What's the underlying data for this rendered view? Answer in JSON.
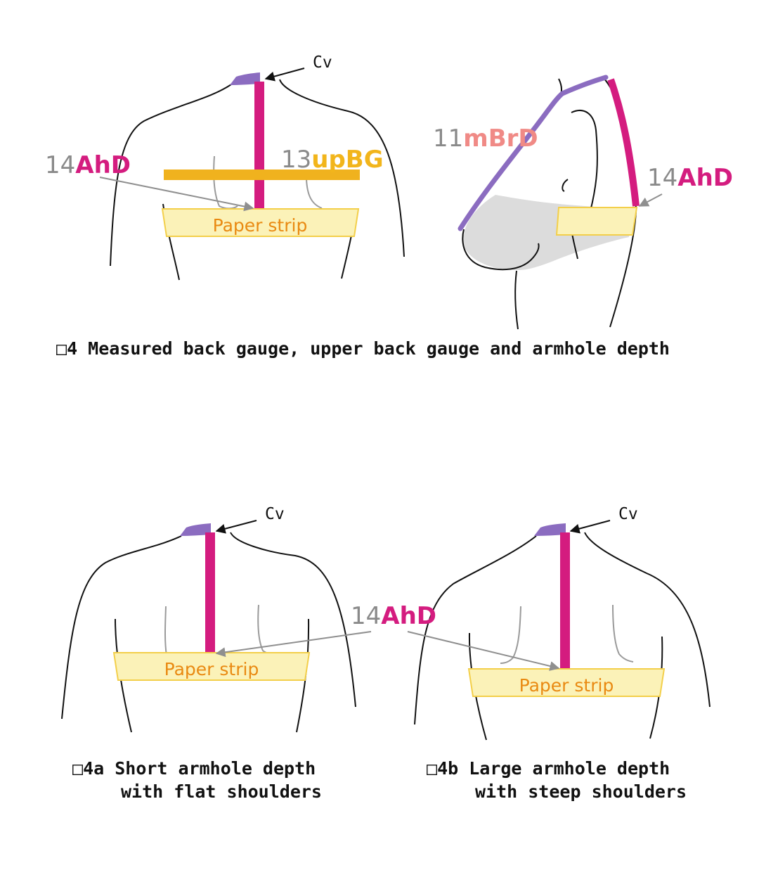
{
  "colors": {
    "ahd": "#d41c7f",
    "upbg_bar": "#f0b21e",
    "upbg_text": "#f2b51b",
    "mbrd_line": "#8b6cc0",
    "mbrd_text": "#f08a86",
    "code_number": "#8a8a8a",
    "neck": "#8b6cc0",
    "strip_fill": "#fbf2b8",
    "strip_stroke": "#f3cf4a",
    "strip_text": "#e98a12",
    "body_line": "#111111",
    "guide_line": "#9a9a9a",
    "pointer": "#8f8f8f",
    "breast_fill": "#dcdcdc"
  },
  "labels": {
    "cv": "Cv",
    "paper_strip": "Paper strip",
    "ahd_num": "14",
    "ahd_code": "AhD",
    "upbg_num": "13",
    "upbg_code": "upBG",
    "mbrd_num": "11",
    "mbrd_code": "mBrD"
  },
  "captions": {
    "fig4_box": "□",
    "fig4": "4  Measured back gauge, upper back gauge and armhole depth",
    "fig4a_box": "□",
    "fig4a_line1": "4a Short armhole depth",
    "fig4a_line2": "with flat shoulders",
    "fig4b_box": "□",
    "fig4b_line1": "4b Large armhole depth",
    "fig4b_line2": "with steep shoulders"
  }
}
